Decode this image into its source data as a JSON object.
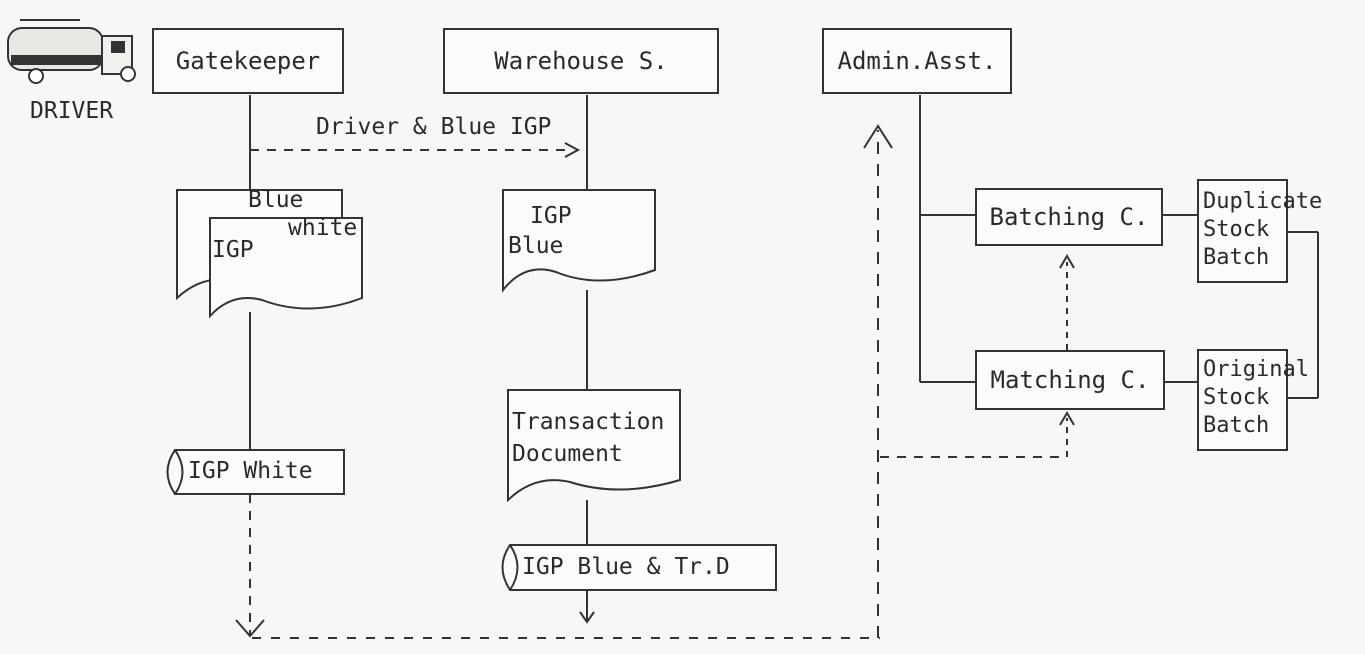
{
  "nodes": {
    "driver_label": "DRIVER",
    "gatekeeper": "Gatekeeper",
    "warehouse": "Warehouse S.",
    "admin": "Admin.Asst.",
    "batching": "Batching C.",
    "matching": "Matching C.",
    "flow_label": "Driver & Blue IGP",
    "gk_doc": {
      "line1": "Blue",
      "line2": "white",
      "line3": "IGP"
    },
    "wh_doc": {
      "line1": "IGP",
      "line2": "Blue"
    },
    "trans_doc": {
      "line1": "Transaction",
      "line2": "Document"
    },
    "igp_white_file": "IGP White",
    "igp_blue_file": "IGP Blue & Tr.D",
    "duplicate": {
      "line1": "Duplicate",
      "line2": "Stock",
      "line3": "Batch"
    },
    "original": {
      "line1": "Original",
      "line2": "Stock",
      "line3": "Batch"
    }
  }
}
